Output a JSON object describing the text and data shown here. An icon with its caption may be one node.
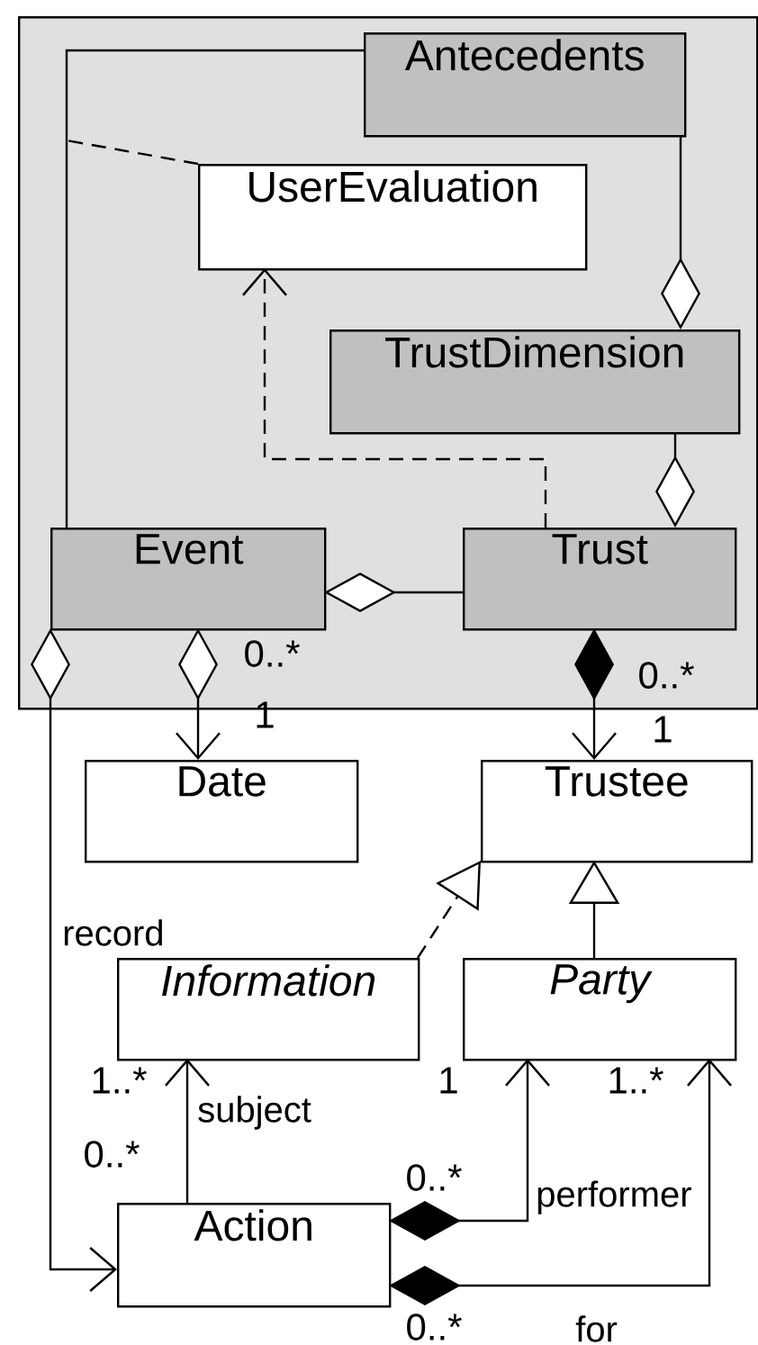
{
  "diagram": {
    "nodes": [
      {
        "text": [],
        "shape": "box"
      },
      {
        "text": [
          "Antecedents"
        ],
        "in": 0
      },
      {
        "text": [
          "UserEvaluation"
        ],
        "in": 0
      },
      {
        "text": [
          "TrustDimension"
        ],
        "in": 0
      },
      {
        "text": [
          "Event"
        ],
        "in": 0
      },
      {
        "text": [
          "Trust"
        ],
        "in": 0
      },
      {
        "text": [
          "Date"
        ]
      },
      {
        "text": [
          "Trustee"
        ]
      },
      {
        "text": [
          "Information"
        ]
      },
      {
        "text": [
          "Party"
        ]
      },
      {
        "text": [
          "Action"
        ]
      }
    ],
    "edges": [
      {
        "from": 1,
        "to": 4,
        "arrow": "none"
      },
      {
        "from": 2,
        "to": null,
        "arrow": "none",
        "style": "dashed"
      },
      {
        "from": 1,
        "to": 3,
        "arrow": "other"
      },
      {
        "from": 3,
        "to": 5,
        "arrow": "other"
      },
      {
        "from": 5,
        "to": 2,
        "arrow": "to",
        "style": "dashed"
      },
      {
        "from": 5,
        "to": 4,
        "arrow": "other"
      },
      {
        "from": 4,
        "to": 6,
        "arrow": "to"
      },
      {
        "from": 5,
        "to": 7,
        "arrow": "to"
      },
      {
        "from": 4,
        "to": 10,
        "arrow": "to",
        "label": "record"
      },
      {
        "from": 8,
        "to": 7,
        "arrow": "to",
        "style": "dashed"
      },
      {
        "from": 9,
        "to": 7,
        "arrow": "to"
      },
      {
        "from": 10,
        "to": 8,
        "arrow": "to",
        "label": "subject"
      },
      {
        "from": 10,
        "to": 9,
        "arrow": "to",
        "label": "performer"
      },
      {
        "from": 10,
        "to": 9,
        "arrow": "to",
        "label": "for"
      }
    ],
    "labels": [
      "0..*",
      "0..*",
      "1",
      "1",
      "1..*",
      "1",
      "1..*",
      "0..*",
      "0..*",
      "0..*"
    ]
  }
}
